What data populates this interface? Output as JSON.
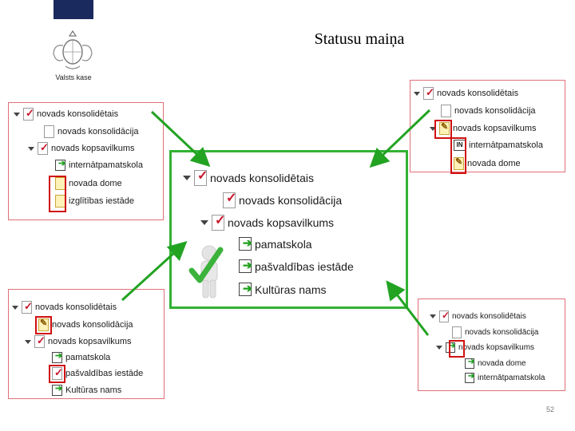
{
  "header": {
    "title": "Statusu maiņa",
    "org": "Valsts kase",
    "page_number": "52"
  },
  "panels": {
    "top_left": [
      {
        "label": "novads konsolidētais",
        "icon": "doc-check-icon"
      },
      {
        "label": "novads konsolidācija",
        "icon": "doc-icon"
      },
      {
        "label": "novads kopsavilkums",
        "icon": "doc-check-icon"
      },
      {
        "label": "internātpamatskola",
        "icon": "green-arrow-icon"
      },
      {
        "label": "novada dome",
        "icon": "doc-yellow-icon"
      },
      {
        "label": "izglītības iestāde",
        "icon": "doc-yellow-icon"
      }
    ],
    "top_right": [
      {
        "label": "novads konsolidētais",
        "icon": "doc-check-icon"
      },
      {
        "label": "novads konsolidācija",
        "icon": "doc-icon"
      },
      {
        "label": "novads kopsavilkums",
        "icon": "doc-edit-icon"
      },
      {
        "label": "internātpamatskola",
        "icon": "in-icon"
      },
      {
        "label": "novada dome",
        "icon": "doc-edit-icon"
      }
    ],
    "center": [
      {
        "label": "novads konsolidētais",
        "icon": "doc-check-icon"
      },
      {
        "label": "novads konsolidācija",
        "icon": "doc-check-icon"
      },
      {
        "label": "novads kopsavilkums",
        "icon": "doc-check-icon"
      },
      {
        "label": "pamatskola",
        "icon": "green-arrow-icon"
      },
      {
        "label": "pašvaldības iestāde",
        "icon": "green-arrow-icon"
      },
      {
        "label": "Kultūras nams",
        "icon": "green-arrow-icon"
      }
    ],
    "bottom_left": [
      {
        "label": "novads konsolidētais",
        "icon": "doc-check-icon"
      },
      {
        "label": "novads konsolidācija",
        "icon": "doc-edit-icon"
      },
      {
        "label": "novads kopsavilkums",
        "icon": "doc-check-icon"
      },
      {
        "label": "pamatskola",
        "icon": "green-arrow-icon"
      },
      {
        "label": "pašvaldības iestāde",
        "icon": "doc-check-icon"
      },
      {
        "label": "Kultūras nams",
        "icon": "green-arrow-icon"
      }
    ],
    "bottom_right": [
      {
        "label": "novads konsolidētais",
        "icon": "doc-check-icon"
      },
      {
        "label": "novads konsolidācija",
        "icon": "doc-icon"
      },
      {
        "label": "novads kopsavilkums",
        "icon": "green-arrow-icon"
      },
      {
        "label": "novada dome",
        "icon": "green-arrow-icon"
      },
      {
        "label": "internātpamatskola",
        "icon": "green-arrow-icon"
      }
    ]
  },
  "colors": {
    "panel_border_red": "#e0707a",
    "panel_border_green": "#33b233",
    "highlight_red": "#d01010",
    "arrow_green": "#1e9e1e",
    "check_red": "#c8152a",
    "flag_blue": "#1b2a5e"
  }
}
